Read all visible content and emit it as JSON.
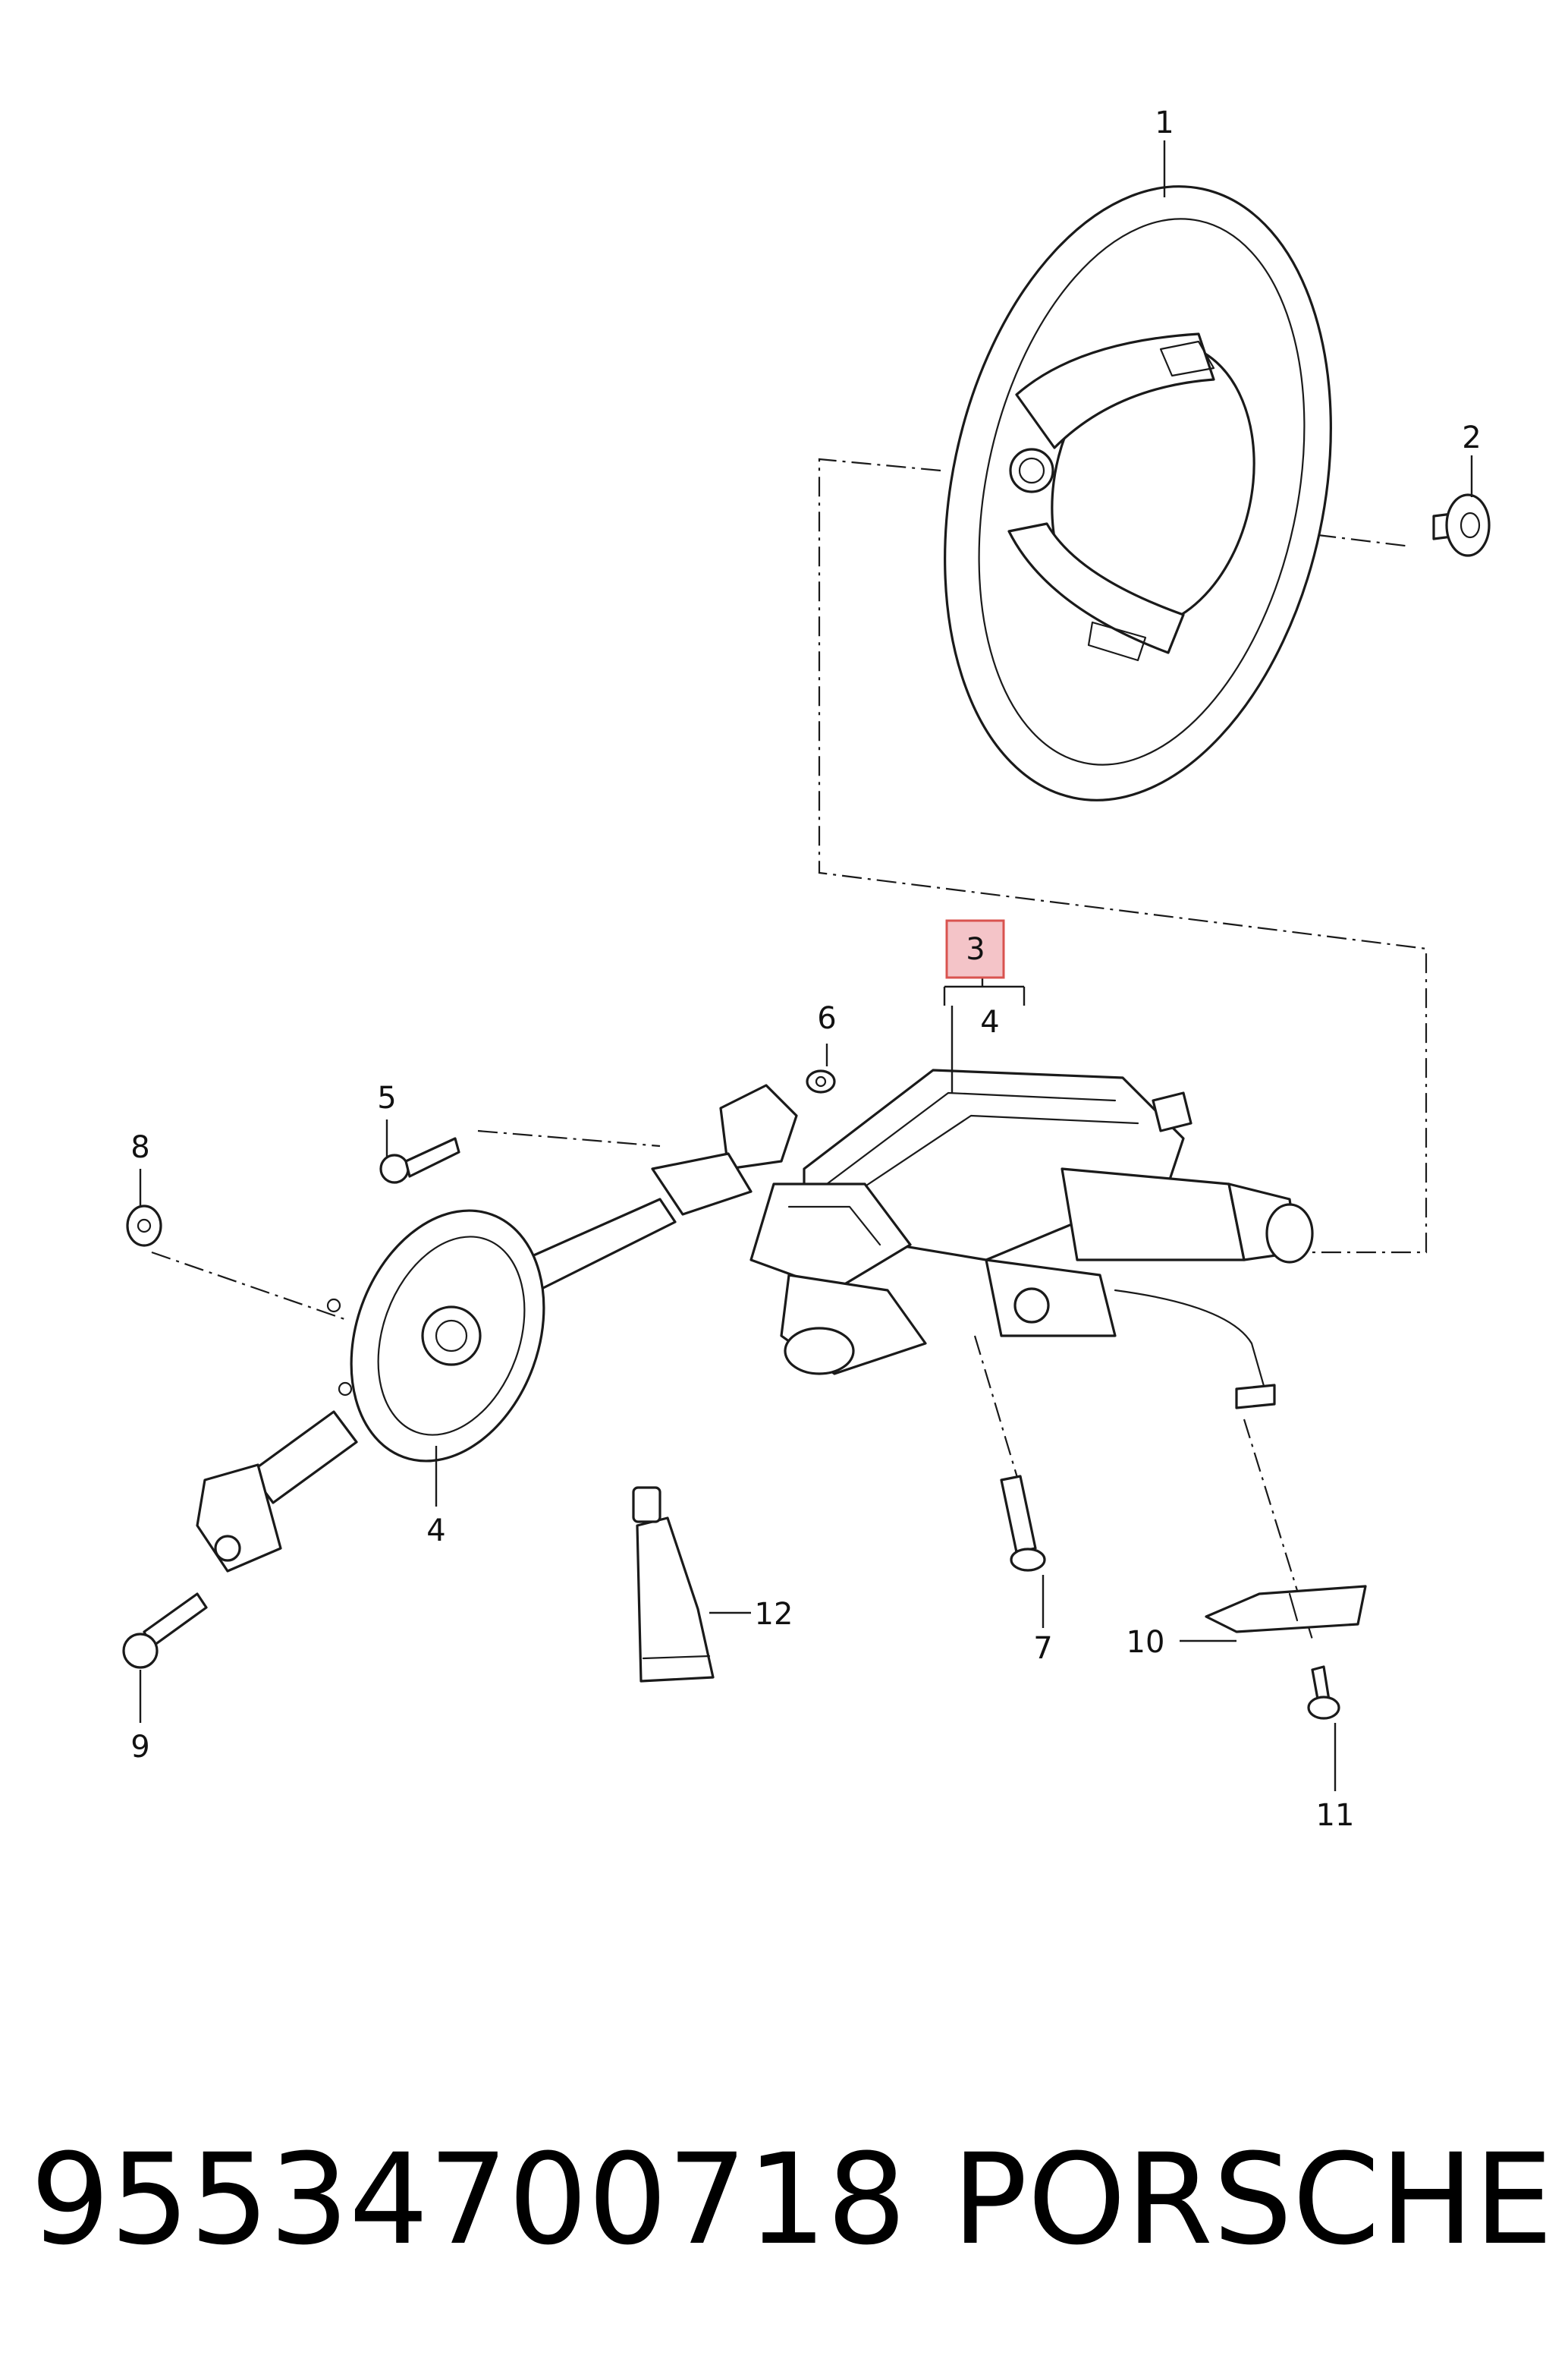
{
  "callouts": [
    {
      "id": "1",
      "label": "1"
    },
    {
      "id": "2",
      "label": "2"
    },
    {
      "id": "3",
      "label": "3",
      "highlighted": true
    },
    {
      "id": "4a",
      "label": "4"
    },
    {
      "id": "4b",
      "label": "4"
    },
    {
      "id": "5",
      "label": "5"
    },
    {
      "id": "6",
      "label": "6"
    },
    {
      "id": "7",
      "label": "7"
    },
    {
      "id": "8",
      "label": "8"
    },
    {
      "id": "9",
      "label": "9"
    },
    {
      "id": "10",
      "label": "10"
    },
    {
      "id": "11",
      "label": "11"
    },
    {
      "id": "12",
      "label": "12"
    }
  ],
  "highlight_color": "#f4c4c8",
  "highlight_border": "#d9534f",
  "footer": {
    "part_number": "95534700718",
    "brand": "PORSCHE"
  }
}
